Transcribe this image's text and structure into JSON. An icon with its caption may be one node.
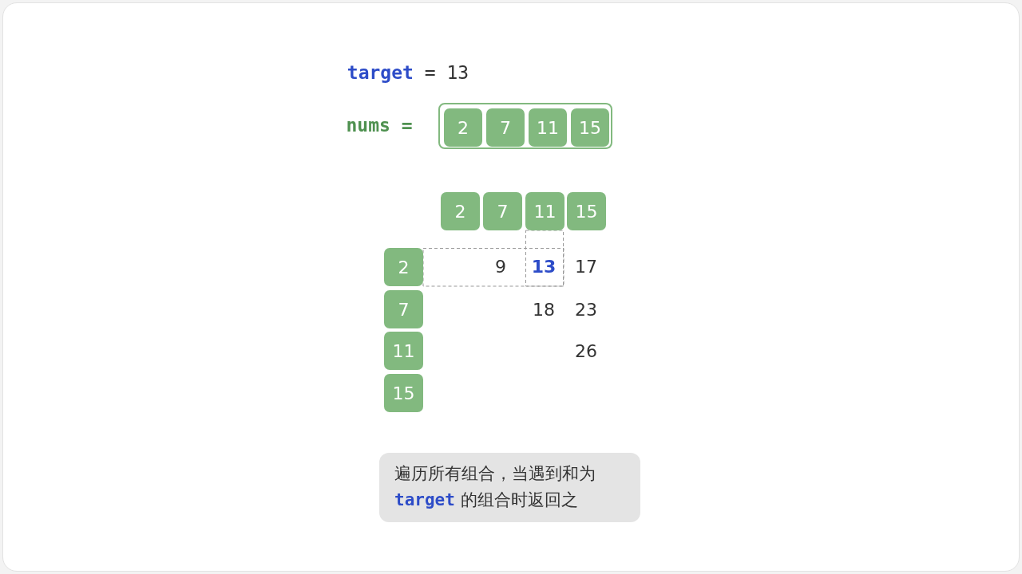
{
  "diagram": {
    "nodes": [
      {
        "text": [],
        "shape": "box"
      },
      {
        "text": [
          "2"
        ],
        "in": 0
      },
      {
        "text": [
          "7"
        ],
        "in": 0
      },
      {
        "text": [
          "11"
        ],
        "in": 0
      },
      {
        "text": [
          "15"
        ],
        "in": 0
      },
      {
        "text": [
          "2"
        ]
      },
      {
        "text": [
          "7"
        ]
      },
      {
        "text": [
          "11"
        ]
      },
      {
        "text": [
          "15"
        ]
      },
      {
        "text": [
          "2"
        ]
      },
      {
        "text": [
          "7"
        ]
      },
      {
        "text": [
          "11"
        ]
      },
      {
        "text": [
          "15"
        ]
      },
      {
        "text": [
          "遍历所有组合，当遇到和为 **target** 的组合时返回之"
        ]
      }
    ],
    "labels": [
      "**target** = 13",
      "nums =",
      "9",
      "13",
      "17",
      "18",
      "23",
      "26"
    ]
  }
}
